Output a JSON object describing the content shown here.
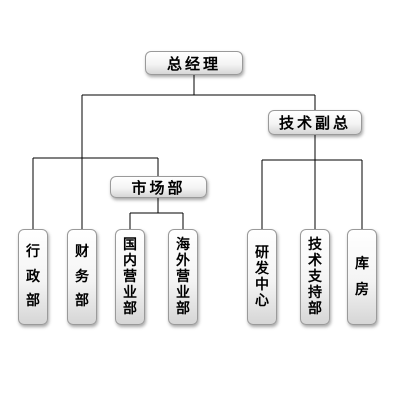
{
  "chart_title": "",
  "nodes": {
    "ceo": "总经理",
    "vp_tech": "技术副总",
    "marketing": "市场部",
    "admin": "行政部",
    "finance": "财务部",
    "domestic_sales": "国内营业部",
    "overseas_sales": "海外营业部",
    "rnd": "研发中心",
    "tech_support": "技术支持部",
    "warehouse": "库房"
  },
  "edges": [
    [
      "ceo",
      "vp_tech"
    ],
    [
      "ceo",
      "finance"
    ],
    [
      "ceo",
      "admin"
    ],
    [
      "ceo",
      "marketing"
    ],
    [
      "marketing",
      "domestic_sales"
    ],
    [
      "marketing",
      "overseas_sales"
    ],
    [
      "vp_tech",
      "rnd"
    ],
    [
      "vp_tech",
      "tech_support"
    ],
    [
      "vp_tech",
      "warehouse"
    ]
  ]
}
